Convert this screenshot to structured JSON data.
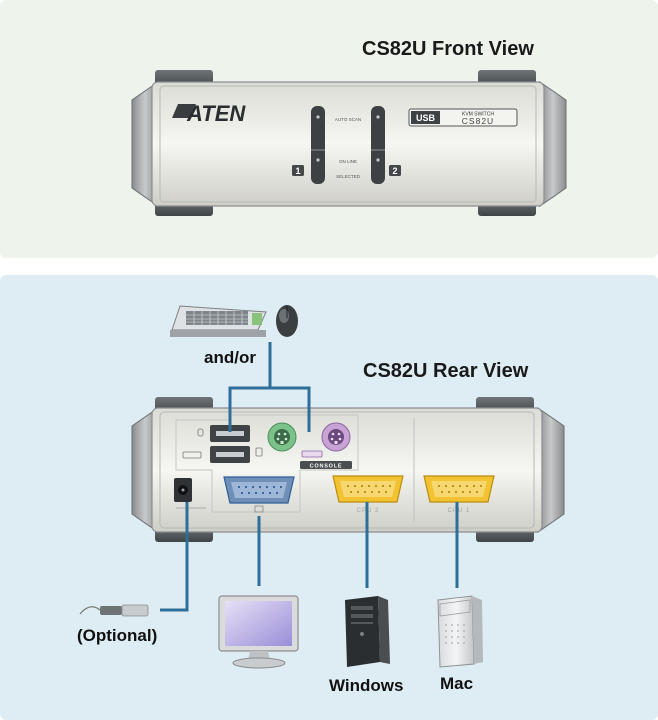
{
  "front": {
    "title": "CS82U Front View",
    "brand": "ATEN",
    "usb_badge": "USB",
    "model_line1": "KVM SWITCH",
    "model_line2": "CS82U",
    "auto_scan_label": "AUTO SCAN",
    "online_label": "ON LINE",
    "selected_label": "SELECTED",
    "port1": "1",
    "port2": "2"
  },
  "rear": {
    "title": "CS82U Rear View",
    "console_label": "CONSOLE",
    "cpu2_label": "CPU 2",
    "cpu1_label": "CPU 1"
  },
  "labels": {
    "and_or": "and/or",
    "optional": "(Optional)",
    "windows": "Windows",
    "mac": "Mac"
  },
  "colors": {
    "cable": "#2d6f98",
    "ps2_keyboard": "#7bc28a",
    "ps2_mouse": "#c7a3d6",
    "vga_cpu": "#f2c230",
    "vga_console": "#3a74b8"
  }
}
